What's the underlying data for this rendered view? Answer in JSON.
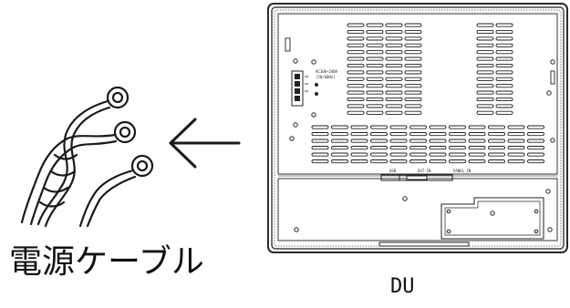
{
  "labels": {
    "power_cable": "電源ケーブル",
    "device": "DU"
  },
  "panel_text": {
    "ac_line1": "AC100~240V",
    "ac_line2": "(50/60Hz)",
    "port_left": "USB",
    "port_mid": "EXT IN",
    "port_right": "PANEL IN"
  },
  "icons": {
    "arrow": "arrow-left-icon",
    "cable": "power-cable-icon"
  },
  "colors": {
    "line": "#1a1a1a",
    "panel_fill": "#ffffff",
    "panel_frame": "#3a3a3a"
  }
}
